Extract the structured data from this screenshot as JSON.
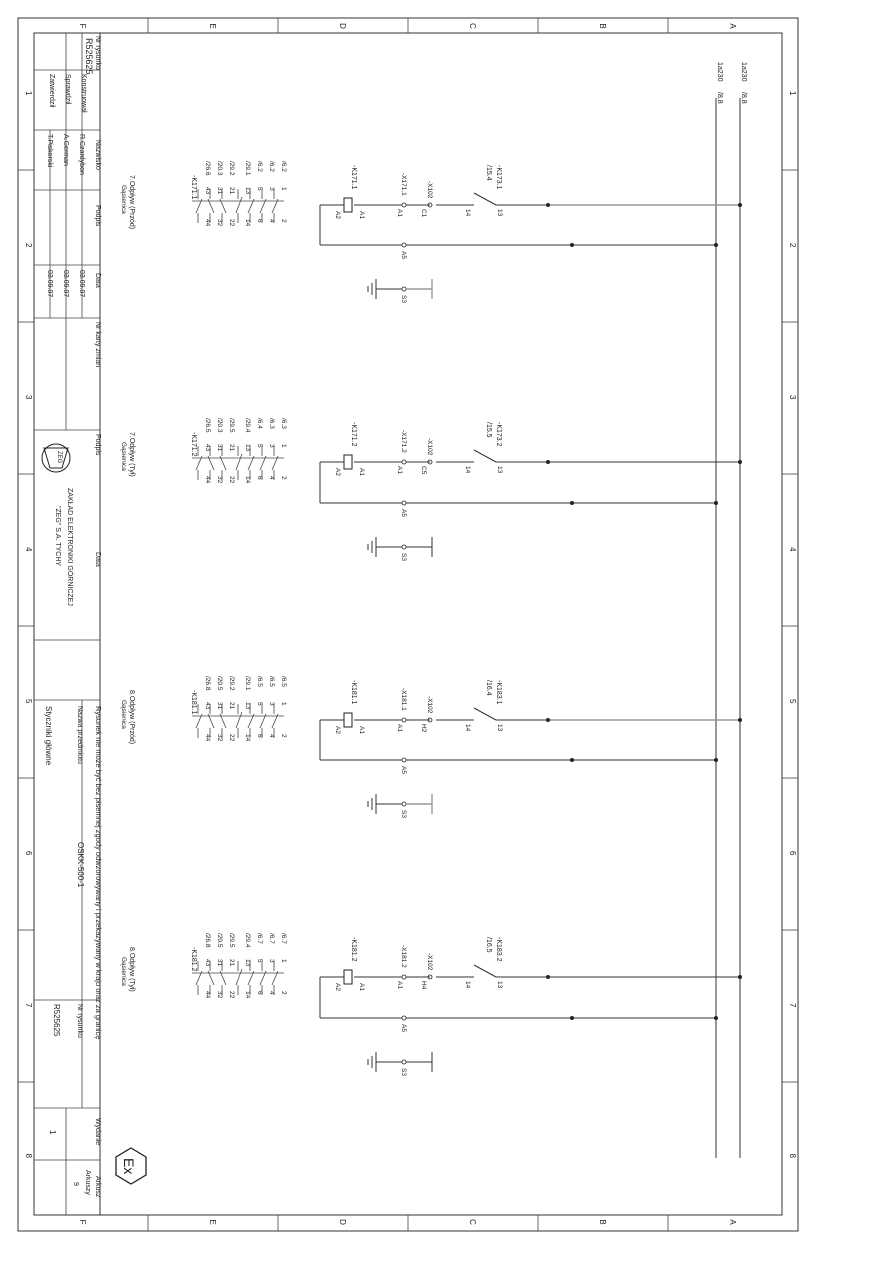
{
  "colors": {
    "ink": "#222222",
    "frame": "#333333",
    "bus": "#999999"
  },
  "rows": [
    "A",
    "B",
    "C",
    "D",
    "E",
    "F"
  ],
  "cols": [
    "1",
    "2",
    "3",
    "4",
    "5",
    "6",
    "7",
    "8"
  ],
  "bus": {
    "l1": "1a230",
    "l1_ref": "/8.8",
    "l2": "1a230",
    "l2_ref": "/8.8"
  },
  "circuits": [
    {
      "supply": "-K173.1",
      "supply_ref": "/15.4",
      "no13": "13",
      "no14": "14",
      "terminal": "-X102",
      "terminal_pin": "C1",
      "coil_term": "-X171.1",
      "a1": "A1",
      "coil": "-K171.1",
      "a2": "A2",
      "a5": "A5",
      "s3": "S3",
      "contacts": {
        "refs": [
          "/6.2",
          "/6.2",
          "/6.2",
          "/29.1",
          "/29.2",
          "/20.3",
          "/26.6"
        ],
        "left": [
          "1",
          "3",
          "5",
          "13",
          "21",
          "31",
          "43"
        ],
        "right": [
          "2",
          "4",
          "6",
          "14",
          "22",
          "32",
          "44"
        ],
        "name": "-K171.1"
      },
      "func1": "7.Odpływ (Przód)",
      "func2": "Gąsienica"
    },
    {
      "supply": "-K173.2",
      "supply_ref": "/15.5",
      "no13": "13",
      "no14": "14",
      "terminal": "-X102",
      "terminal_pin": "C5",
      "coil_term": "-X171.2",
      "a1": "A1",
      "coil": "-K171.2",
      "a2": "A2",
      "a5": "A5",
      "s3": "S3",
      "contacts": {
        "refs": [
          "/6.3",
          "/6.3",
          "/6.4",
          "/29.4",
          "/29.5",
          "/20.3",
          "/26.5"
        ],
        "left": [
          "1",
          "3",
          "5",
          "13",
          "21",
          "31",
          "43"
        ],
        "right": [
          "2",
          "4",
          "6",
          "14",
          "22",
          "32",
          "44"
        ],
        "name": "-K171.2"
      },
      "func1": "7.Odpływ (Tył)",
      "func2": "Gąsienica"
    },
    {
      "supply": "-K183.1",
      "supply_ref": "/16.4",
      "no13": "13",
      "no14": "14",
      "terminal": "-X102",
      "terminal_pin": "H2",
      "coil_term": "-X181.1",
      "a1": "A1",
      "coil": "-K181.1",
      "a2": "A2",
      "a5": "A5",
      "s3": "S3",
      "contacts": {
        "refs": [
          "/6.5",
          "/6.5",
          "/6.5",
          "/29.1",
          "/29.2",
          "/20.5",
          "/26.8"
        ],
        "left": [
          "1",
          "3",
          "5",
          "13",
          "21",
          "31",
          "43"
        ],
        "right": [
          "2",
          "4",
          "6",
          "14",
          "22",
          "32",
          "44"
        ],
        "name": "-K181.1"
      },
      "func1": "8.Odpływ (Przód)",
      "func2": "Gąsienica"
    },
    {
      "supply": "-K183.2",
      "supply_ref": "/16.5",
      "no13": "13",
      "no14": "14",
      "terminal": "-X102",
      "terminal_pin": "H4",
      "coil_term": "-X181.2",
      "a1": "A1",
      "coil": "-K181.2",
      "a2": "A2",
      "a5": "A5",
      "s3": "S3",
      "contacts": {
        "refs": [
          "/6.7",
          "/6.7",
          "/6.7",
          "/29.4",
          "/29.5",
          "/20.5",
          "/26.8"
        ],
        "left": [
          "1",
          "3",
          "5",
          "13",
          "21",
          "31",
          "43"
        ],
        "right": [
          "2",
          "4",
          "6",
          "14",
          "22",
          "32",
          "44"
        ],
        "name": "-K181.2"
      },
      "func1": "8.Odpływ (Tył)",
      "func2": "Gąsienica"
    }
  ],
  "titleblock": {
    "nr_rysunku_label": "Nr rysunku",
    "nr_rysunku": "R525625",
    "roles": [
      "Konstruował",
      "Sprawdził",
      "Zatwierdził"
    ],
    "nazwisko_label": "Nazwisko",
    "names": [
      "R.Czardybon",
      "A.German",
      "T.Piskorski"
    ],
    "podpis_label": "Podpis",
    "data_label": "Data",
    "dates": [
      "03.09.07",
      "03.09.07",
      "03.09.07"
    ],
    "nr_karty_label": "Nr karty zmian",
    "podpis2_label": "Podpis",
    "data2_label": "Data",
    "company1": "ZAKŁAD ELEKTRONIKI GÓRNICZEJ",
    "company2": "\"ZEG\" S.A. TYCHY",
    "logo_text": "ZEG",
    "notice": "Rysunek nie może być bez pisemnej zgody odwzorowywany i przekazywany w kraju oraz za granicę",
    "nazwa_label": "Nazwa przedmiotu",
    "nazwa": "OSKK-500-1",
    "opis": "Styczniki główne",
    "nr_rysunku2_label": "Nr rysunku",
    "nr_rysunku2": "R525625",
    "wydanie_label": "Wydanie",
    "wydanie": "1",
    "arkusz_label": "Arkusz",
    "arkuszy_label": "Arkuszy",
    "arkuszy": "9",
    "ex_mark": "Ex"
  }
}
